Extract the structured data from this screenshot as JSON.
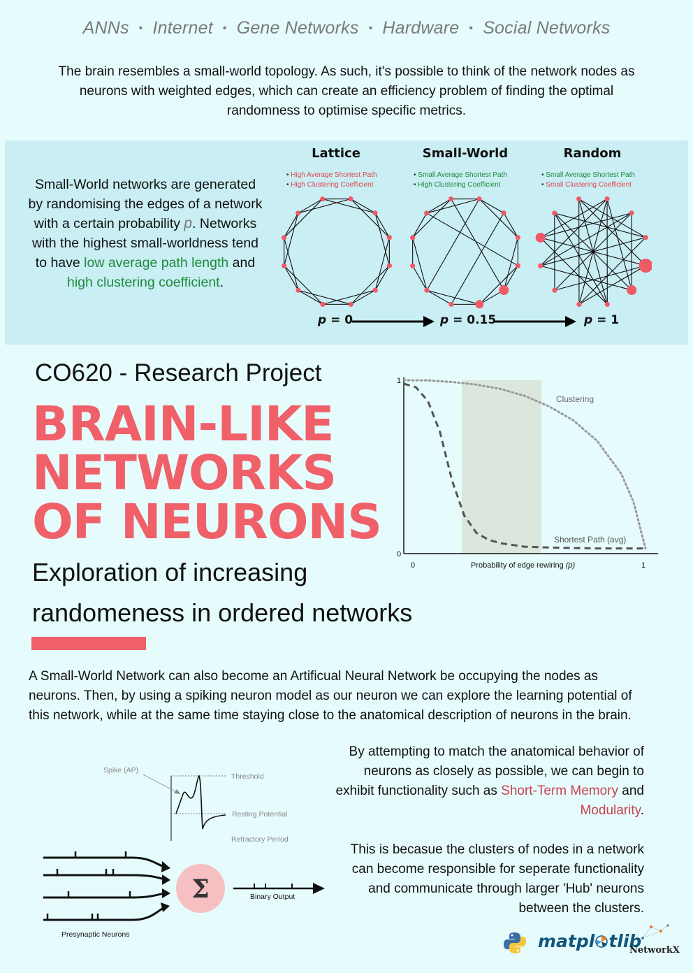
{
  "topics": [
    "ANNs",
    "Internet",
    "Gene Networks",
    "Hardware",
    "Social Networks"
  ],
  "topic_separator": "•",
  "intro": "The brain resembles a small-world topology. As such, it's possible to think of the network nodes as neurons with weighted edges, which can create an efficiency problem of finding the optimal randomness to optimise specific metrics.",
  "band": {
    "text_part1": "Small-World networks are generated by randomising the edges of a network with a certain probability ",
    "p_symbol": "p",
    "text_part2": ". Networks with the highest small-worldness tend to have ",
    "highlight1": "low average path length",
    "text_part3": " and ",
    "highlight2": "high clustering coefficient",
    "text_part4": ".",
    "columns": [
      {
        "title": "Lattice",
        "b1": "High Average Shortest Path",
        "b2": "High Clustering Coefficient"
      },
      {
        "title": "Small-World",
        "b1": "Small Average Shortest Path",
        "b2": "High Clustering Coefficient"
      },
      {
        "title": "Random",
        "b1": "Small Average Shortest Path",
        "b2": "Small Clustering Coefficient"
      }
    ],
    "p_labels": [
      {
        "p": "p",
        "val": " = 0"
      },
      {
        "p": "p",
        "val": " = 0.15"
      },
      {
        "p": "p",
        "val": " = 1"
      }
    ],
    "colors": {
      "bad": "#e0454f",
      "good": "#1f8a3a",
      "node": "#ef5a66"
    }
  },
  "course": "CO620 - Research Project",
  "title_lines": [
    "BRAIN-LIKE",
    "NETWORKS",
    "OF NEURONS"
  ],
  "subtitle": "Exploration of increasing randomeness in ordered networks",
  "chart_data": {
    "type": "line",
    "xlabel": "Probability of edge rewiring",
    "xlabel_var": "(p)",
    "x_ticks": [
      "0",
      "1"
    ],
    "y_ticks": [
      "0",
      "1"
    ],
    "xlim": [
      0,
      1
    ],
    "ylim": [
      0,
      1
    ],
    "highlight_band": [
      0.24,
      0.57
    ],
    "series": [
      {
        "name": "Clustering",
        "style": "dotted",
        "color": "#999999",
        "x": [
          0,
          0.1,
          0.2,
          0.3,
          0.4,
          0.5,
          0.6,
          0.7,
          0.8,
          0.9,
          0.95,
          1.0
        ],
        "y": [
          1.0,
          0.999,
          0.99,
          0.975,
          0.95,
          0.91,
          0.85,
          0.77,
          0.65,
          0.46,
          0.3,
          0.03
        ]
      },
      {
        "name": "Shortest Path (avg)",
        "style": "dashed",
        "color": "#555555",
        "x": [
          0,
          0.05,
          0.1,
          0.15,
          0.2,
          0.25,
          0.3,
          0.35,
          0.4,
          0.5,
          0.6,
          0.8,
          1.0
        ],
        "y": [
          0.98,
          0.96,
          0.88,
          0.7,
          0.42,
          0.22,
          0.12,
          0.08,
          0.06,
          0.04,
          0.035,
          0.03,
          0.03
        ]
      }
    ]
  },
  "para1": "A Small-World Network can also become an Artificual Neural Network be occupying the nodes as neurons. Then, by using a spiking neuron model as our neuron we can explore the learning potential of this network, while at the same time staying close to the anatomical description of neurons in the brain.",
  "para2": {
    "part1": "By attempting to match the anatomical behavior of neurons as closely as possible, we can begin to exhibit functionality such as ",
    "hl1": "Short-Term Memory",
    "part2": " and ",
    "hl2": "Modularity",
    "part3": "."
  },
  "para3": "This is becasue the clusters of nodes in a network can become responsible for seperate functionality and communicate through larger 'Hub' neurons between the clusters.",
  "neuron": {
    "spike_label": "Spike (AP)",
    "threshold": "Threshold",
    "resting": "Resting Potential",
    "refractory": "Refractory Period",
    "sigma": "Σ",
    "output": "Binary Output",
    "presynaptic": "Presynaptic Neurons"
  },
  "logos": {
    "matplotlib": "matpl",
    "matplotlib_end": "tlib",
    "networkx": "NetworkX",
    "python": "python-logo-icon"
  }
}
